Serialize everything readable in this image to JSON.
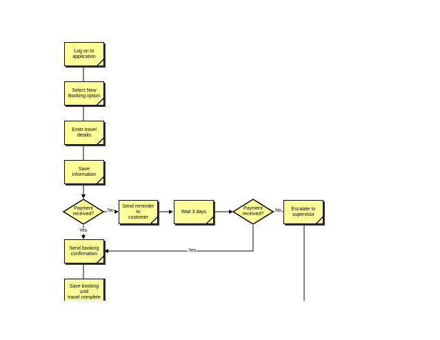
{
  "nodes": {
    "logon": "Log on to\napplication",
    "select_new_booking": "Select New\nBooking option",
    "enter_travel_details": "Enter travel details",
    "save_information": "Save information",
    "payment_received_1": "Payment\nreceived?",
    "send_reminder": "Send reminder to\ncustomer",
    "wait_3_days": "Wait 3 days",
    "payment_received_2": "Payment\nreceived?",
    "escalate": "Escalate to\nsupervisor",
    "send_booking_confirmation": "Send booking\nconfirmation",
    "save_booking": "Save booking until\ntravel complete"
  },
  "edge_labels": {
    "no_1": "No",
    "no_2": "No",
    "yes_1": "Yes",
    "yes_2": "Yes"
  },
  "colors": {
    "process_fill": "#ffff99",
    "stroke": "#000000",
    "background": "#ffffff"
  }
}
